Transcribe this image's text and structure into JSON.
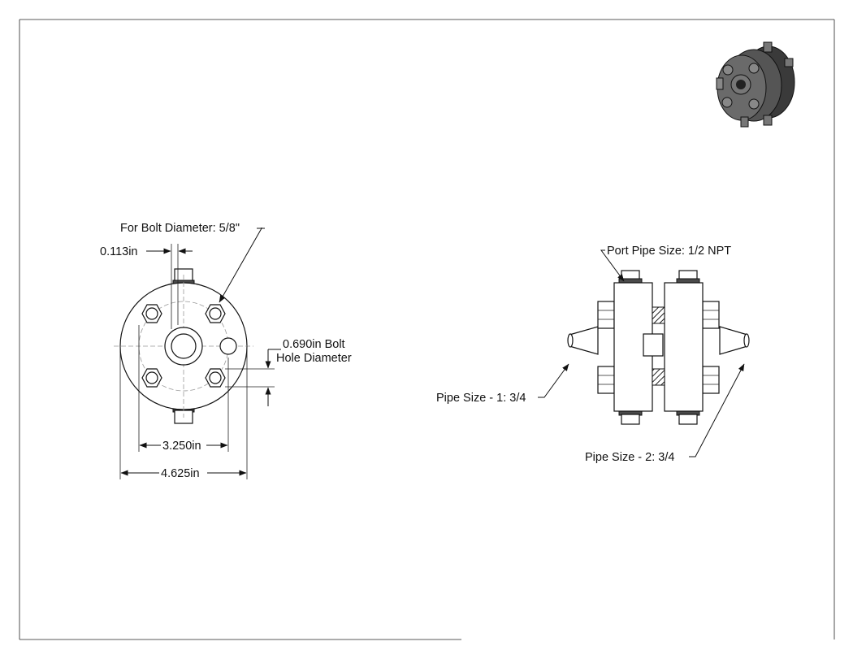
{
  "front_view": {
    "bolt_diameter_note": "For Bolt Diameter: 5/8\"",
    "offset_dim": "0.113in",
    "hole_diameter_line1": "0.690in Bolt",
    "hole_diameter_line2": "Hole Diameter",
    "bolt_circle_dim": "3.250in",
    "outer_diameter_dim": "4.625in"
  },
  "side_view": {
    "port_pipe_size": "Port Pipe Size: 1/2 NPT",
    "pipe_size_1": "Pipe Size - 1: 3/4",
    "pipe_size_2": "Pipe Size - 2: 3/4"
  },
  "colors": {
    "line": "#111111",
    "iso_body": "#3c3c3c"
  }
}
